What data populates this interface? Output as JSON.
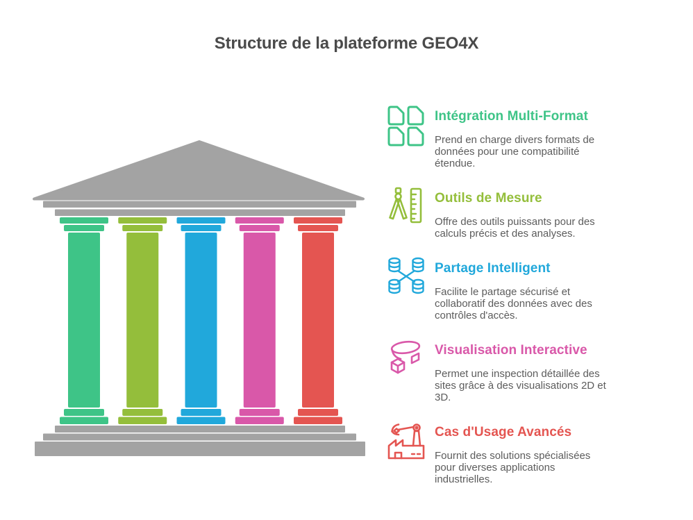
{
  "page": {
    "title": "Structure de la plateforme GEO4X"
  },
  "temple": {
    "gray": "#a3a3a3",
    "pillar_count": 5
  },
  "sections": [
    {
      "id": "integration-multi-format",
      "icon": "documents-icon",
      "title": "Intégration Multi-Format",
      "description": "Prend en charge divers formats de\ndonnées pour une compatibilité\nétendue.",
      "color": "#3ec487"
    },
    {
      "id": "outils-de-mesure",
      "icon": "compass-ruler-icon",
      "title": "Outils de Mesure",
      "description": "Offre des outils puissants pour des\ncalculs précis et des analyses.",
      "color": "#94be3b"
    },
    {
      "id": "partage-intelligent",
      "icon": "database-network-icon",
      "title": "Partage Intelligent",
      "description": "Facilite le partage sécurisé et\ncollaboratif des données avec des\ncontrôles d'accès.",
      "color": "#21a8db"
    },
    {
      "id": "visualisation-interactive",
      "icon": "3d-view-icon",
      "title": "Visualisation Interactive",
      "description": "Permet une inspection détaillée des\nsites grâce à des visualisations 2D et\n3D.",
      "color": "#d958a9"
    },
    {
      "id": "cas-d-usage-avances",
      "icon": "factory-robot-arm-icon",
      "title": "Cas d'Usage Avancés",
      "description": "Fournit des solutions spécialisées\npour diverses applications\nindustrielles.",
      "color": "#e45551"
    }
  ]
}
